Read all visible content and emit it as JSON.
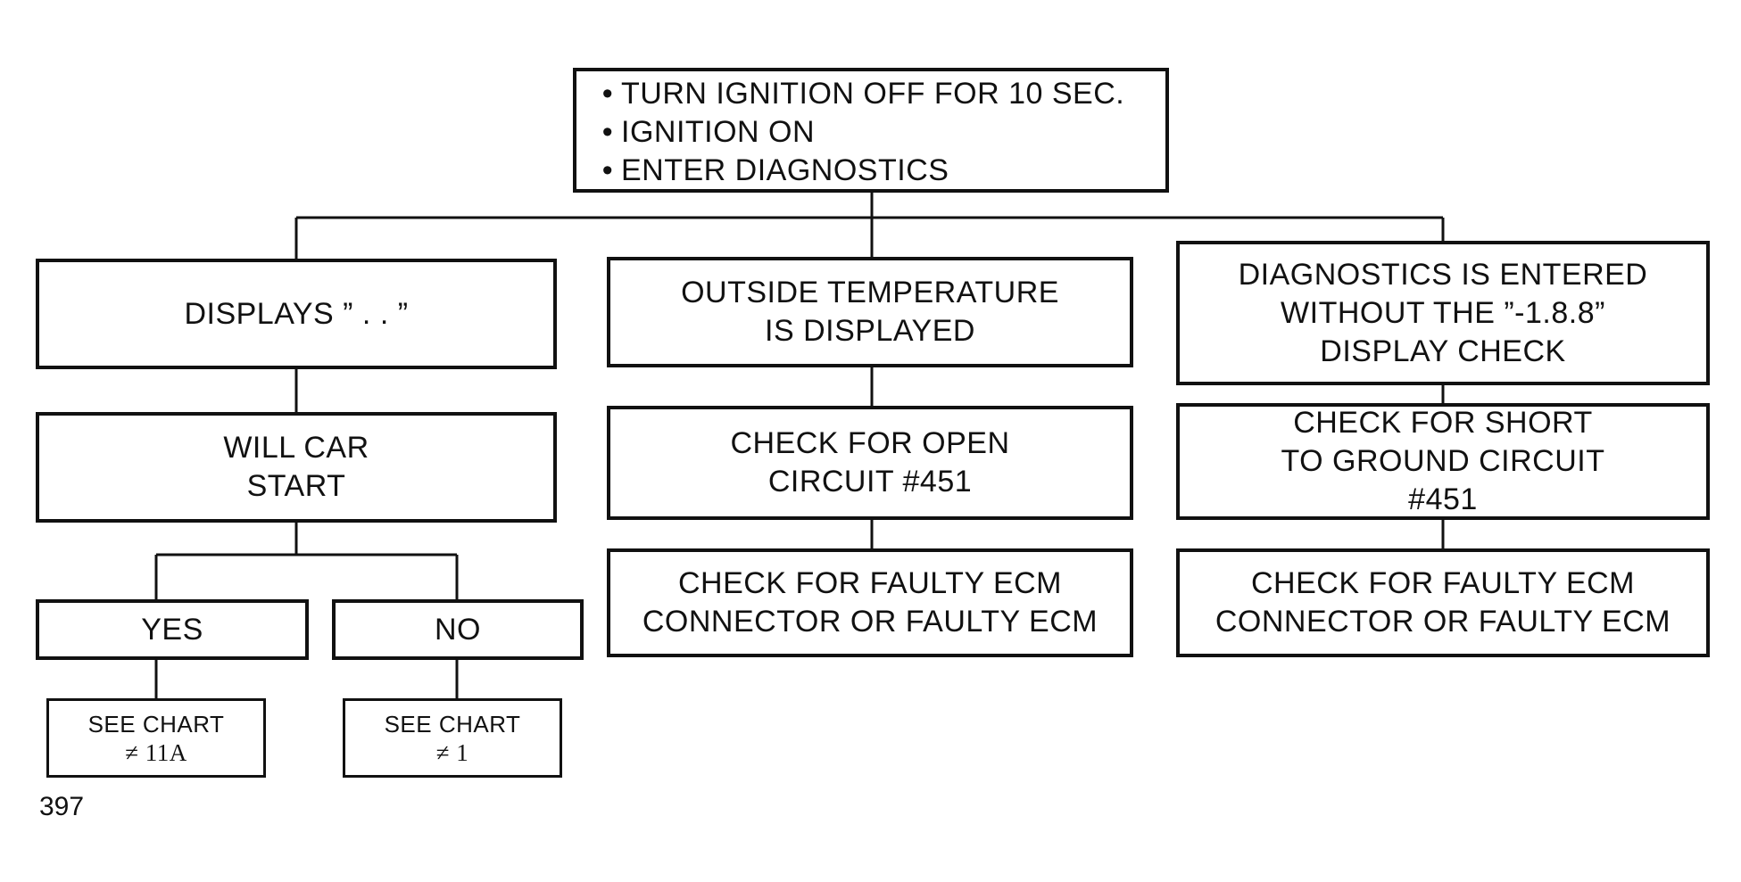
{
  "start": {
    "lines": [
      "TURN IGNITION OFF FOR 10 SEC.",
      "IGNITION ON",
      "ENTER DIAGNOSTICS"
    ]
  },
  "left": {
    "condition": [
      "DISPLAYS ” . . ”"
    ],
    "question": [
      "WILL CAR",
      "START"
    ],
    "yes": "YES",
    "no": "NO",
    "yes_action": {
      "line1": "SEE  CHART",
      "line2": "≠ 11A"
    },
    "no_action": {
      "line1": "SEE CHART",
      "line2": "≠ 1"
    }
  },
  "middle": {
    "condition": [
      "OUTSIDE TEMPERATURE",
      "IS DISPLAYED"
    ],
    "check": [
      "CHECK FOR OPEN",
      "CIRCUIT #451"
    ],
    "final": [
      "CHECK FOR FAULTY ECM",
      "CONNECTOR OR FAULTY ECM"
    ]
  },
  "right": {
    "condition": [
      "DIAGNOSTICS IS ENTERED",
      "WITHOUT THE ”-1.8.8”",
      "DISPLAY CHECK"
    ],
    "check": [
      "CHECK FOR SHORT",
      "TO GROUND CIRCUIT",
      "#451"
    ],
    "final": [
      "CHECK FOR FAULTY ECM",
      "CONNECTOR OR FAULTY ECM"
    ]
  },
  "page_number": "397"
}
